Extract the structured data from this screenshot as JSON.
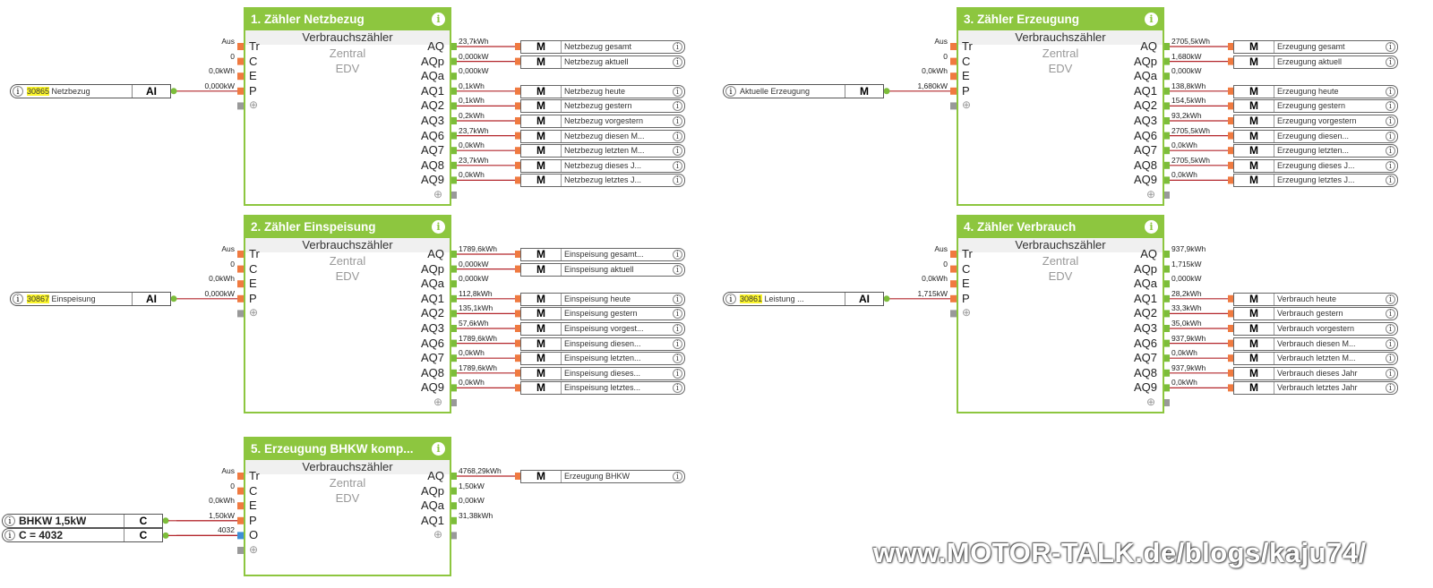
{
  "blocks": [
    {
      "id": "b1",
      "title": "1. Zähler Netzbezug",
      "subtitle": "Verbrauchszähler",
      "center_lines": [
        "Zentral",
        "EDV"
      ],
      "inputs": [
        "Tr",
        "C",
        "E",
        "P"
      ],
      "input_values": [
        "Aus",
        "0",
        "0,0kWh",
        "0,000kW"
      ],
      "outputs": [
        "AQ",
        "AQp",
        "AQa",
        "AQ1",
        "AQ2",
        "AQ3",
        "AQ6",
        "AQ7",
        "AQ8",
        "AQ9"
      ],
      "output_values": [
        "23,7kWh",
        "0,000kW",
        "0,000kW",
        "0,1kWh",
        "0,1kWh",
        "0,2kWh",
        "23,7kWh",
        "0,0kWh",
        "23,7kWh",
        "0,0kWh"
      ],
      "source": {
        "id": "30865",
        "name": "Netzbezug",
        "kind": "AI"
      },
      "targets": [
        {
          "row": 0,
          "label": "Netzbezug gesamt"
        },
        {
          "row": 1,
          "label": "Netzbezug aktuell"
        },
        {
          "row": 3,
          "label": "Netzbezug heute"
        },
        {
          "row": 4,
          "label": "Netzbezug gestern"
        },
        {
          "row": 5,
          "label": "Netzbezug vorgestern"
        },
        {
          "row": 6,
          "label": "Netzbezug diesen M..."
        },
        {
          "row": 7,
          "label": "Netzbezug letzten M..."
        },
        {
          "row": 8,
          "label": "Netzbezug dieses J..."
        },
        {
          "row": 9,
          "label": "Netzbezug letztes J..."
        }
      ]
    },
    {
      "id": "b2",
      "title": "2. Zähler Einspeisung",
      "subtitle": "Verbrauchszähler",
      "center_lines": [
        "Zentral",
        "EDV"
      ],
      "inputs": [
        "Tr",
        "C",
        "E",
        "P"
      ],
      "input_values": [
        "Aus",
        "0",
        "0,0kWh",
        "0,000kW"
      ],
      "outputs": [
        "AQ",
        "AQp",
        "AQa",
        "AQ1",
        "AQ2",
        "AQ3",
        "AQ6",
        "AQ7",
        "AQ8",
        "AQ9"
      ],
      "output_values": [
        "1789,6kWh",
        "0,000kW",
        "0,000kW",
        "112,8kWh",
        "135,1kWh",
        "57,6kWh",
        "1789,6kWh",
        "0,0kWh",
        "1789,6kWh",
        "0,0kWh"
      ],
      "source": {
        "id": "30867",
        "name": "Einspeisung",
        "kind": "AI"
      },
      "targets": [
        {
          "row": 0,
          "label": "Einspeisung gesamt..."
        },
        {
          "row": 1,
          "label": "Einspeisung aktuell"
        },
        {
          "row": 3,
          "label": "Einspeisung heute"
        },
        {
          "row": 4,
          "label": "Einspeisung gestern"
        },
        {
          "row": 5,
          "label": "Einspeisung vorgest..."
        },
        {
          "row": 6,
          "label": "Einspeisung diesen..."
        },
        {
          "row": 7,
          "label": "Einspeisung letzten..."
        },
        {
          "row": 8,
          "label": "Einspeisung dieses..."
        },
        {
          "row": 9,
          "label": "Einspeisung letztes..."
        }
      ]
    },
    {
      "id": "b3",
      "title": "3. Zähler Erzeugung",
      "subtitle": "Verbrauchszähler",
      "center_lines": [
        "Zentral",
        "EDV"
      ],
      "inputs": [
        "Tr",
        "C",
        "E",
        "P"
      ],
      "input_values": [
        "Aus",
        "0",
        "0,0kWh",
        "1,680kW"
      ],
      "outputs": [
        "AQ",
        "AQp",
        "AQa",
        "AQ1",
        "AQ2",
        "AQ3",
        "AQ6",
        "AQ7",
        "AQ8",
        "AQ9"
      ],
      "output_values": [
        "2705,5kWh",
        "1,680kW",
        "0,000kW",
        "138,8kWh",
        "154,5kWh",
        "93,2kWh",
        "2705,5kWh",
        "0,0kWh",
        "2705,5kWh",
        "0,0kWh"
      ],
      "source": {
        "id": "",
        "name": "Aktuelle Erzeugung",
        "kind": "M"
      },
      "targets": [
        {
          "row": 0,
          "label": "Erzeugung gesamt"
        },
        {
          "row": 1,
          "label": "Erzeugung aktuell"
        },
        {
          "row": 3,
          "label": "Erzeugung heute"
        },
        {
          "row": 4,
          "label": "Erzeugung gestern"
        },
        {
          "row": 5,
          "label": "Erzeugung vorgestern"
        },
        {
          "row": 6,
          "label": "Erzeugung diesen..."
        },
        {
          "row": 7,
          "label": "Erzeugung letzten..."
        },
        {
          "row": 8,
          "label": "Erzeugung dieses J..."
        },
        {
          "row": 9,
          "label": "Erzeugung letztes J..."
        }
      ]
    },
    {
      "id": "b4",
      "title": "4. Zähler Verbrauch",
      "subtitle": "Verbrauchszähler",
      "center_lines": [
        "Zentral",
        "EDV"
      ],
      "inputs": [
        "Tr",
        "C",
        "E",
        "P"
      ],
      "input_values": [
        "Aus",
        "0",
        "0,0kWh",
        "1,715kW"
      ],
      "outputs": [
        "AQ",
        "AQp",
        "AQa",
        "AQ1",
        "AQ2",
        "AQ3",
        "AQ6",
        "AQ7",
        "AQ8",
        "AQ9"
      ],
      "output_values": [
        "937,9kWh",
        "1,715kW",
        "0,000kW",
        "28,2kWh",
        "33,3kWh",
        "35,0kWh",
        "937,9kWh",
        "0,0kWh",
        "937,9kWh",
        "0,0kWh"
      ],
      "source": {
        "id": "30861",
        "name": "Leistung ...",
        "kind": "AI"
      },
      "targets": [
        {
          "row": 3,
          "label": "Verbrauch heute"
        },
        {
          "row": 4,
          "label": "Verbrauch gestern"
        },
        {
          "row": 5,
          "label": "Verbrauch vorgestern"
        },
        {
          "row": 6,
          "label": "Verbrauch diesen M..."
        },
        {
          "row": 7,
          "label": "Verbrauch letzten M..."
        },
        {
          "row": 8,
          "label": "Verbrauch dieses Jahr"
        },
        {
          "row": 9,
          "label": "Verbrauch letztes Jahr"
        }
      ]
    },
    {
      "id": "b5",
      "title": "5. Erzeugung BHKW komp...",
      "subtitle": "Verbrauchszähler",
      "center_lines": [
        "Zentral",
        "EDV"
      ],
      "inputs": [
        "Tr",
        "C",
        "E",
        "P",
        "O"
      ],
      "input_values": [
        "Aus",
        "0",
        "0,0kWh",
        "1,50kW",
        "4032"
      ],
      "outputs": [
        "AQ",
        "AQp",
        "AQa",
        "AQ1"
      ],
      "output_values": [
        "4768,29kWh",
        "1,50kW",
        "0,00kW",
        "31,38kWh"
      ],
      "sources": [
        {
          "name": "BHKW 1,5kW",
          "kind": "C"
        },
        {
          "name": "C = 4032",
          "kind": "C"
        }
      ],
      "targets": [
        {
          "row": 0,
          "label": "Erzeugung BHKW"
        }
      ]
    }
  ],
  "watermark": "www.MOTOR-TALK.de/blogs/kaju74/",
  "colors": {
    "block_green": "#8dc63f",
    "wire_red": "#b3262b",
    "highlight_yellow": "#fbf52b",
    "port_orange": "#f07a40",
    "port_green": "#7cbd3a",
    "port_blue": "#3d8fd6"
  }
}
